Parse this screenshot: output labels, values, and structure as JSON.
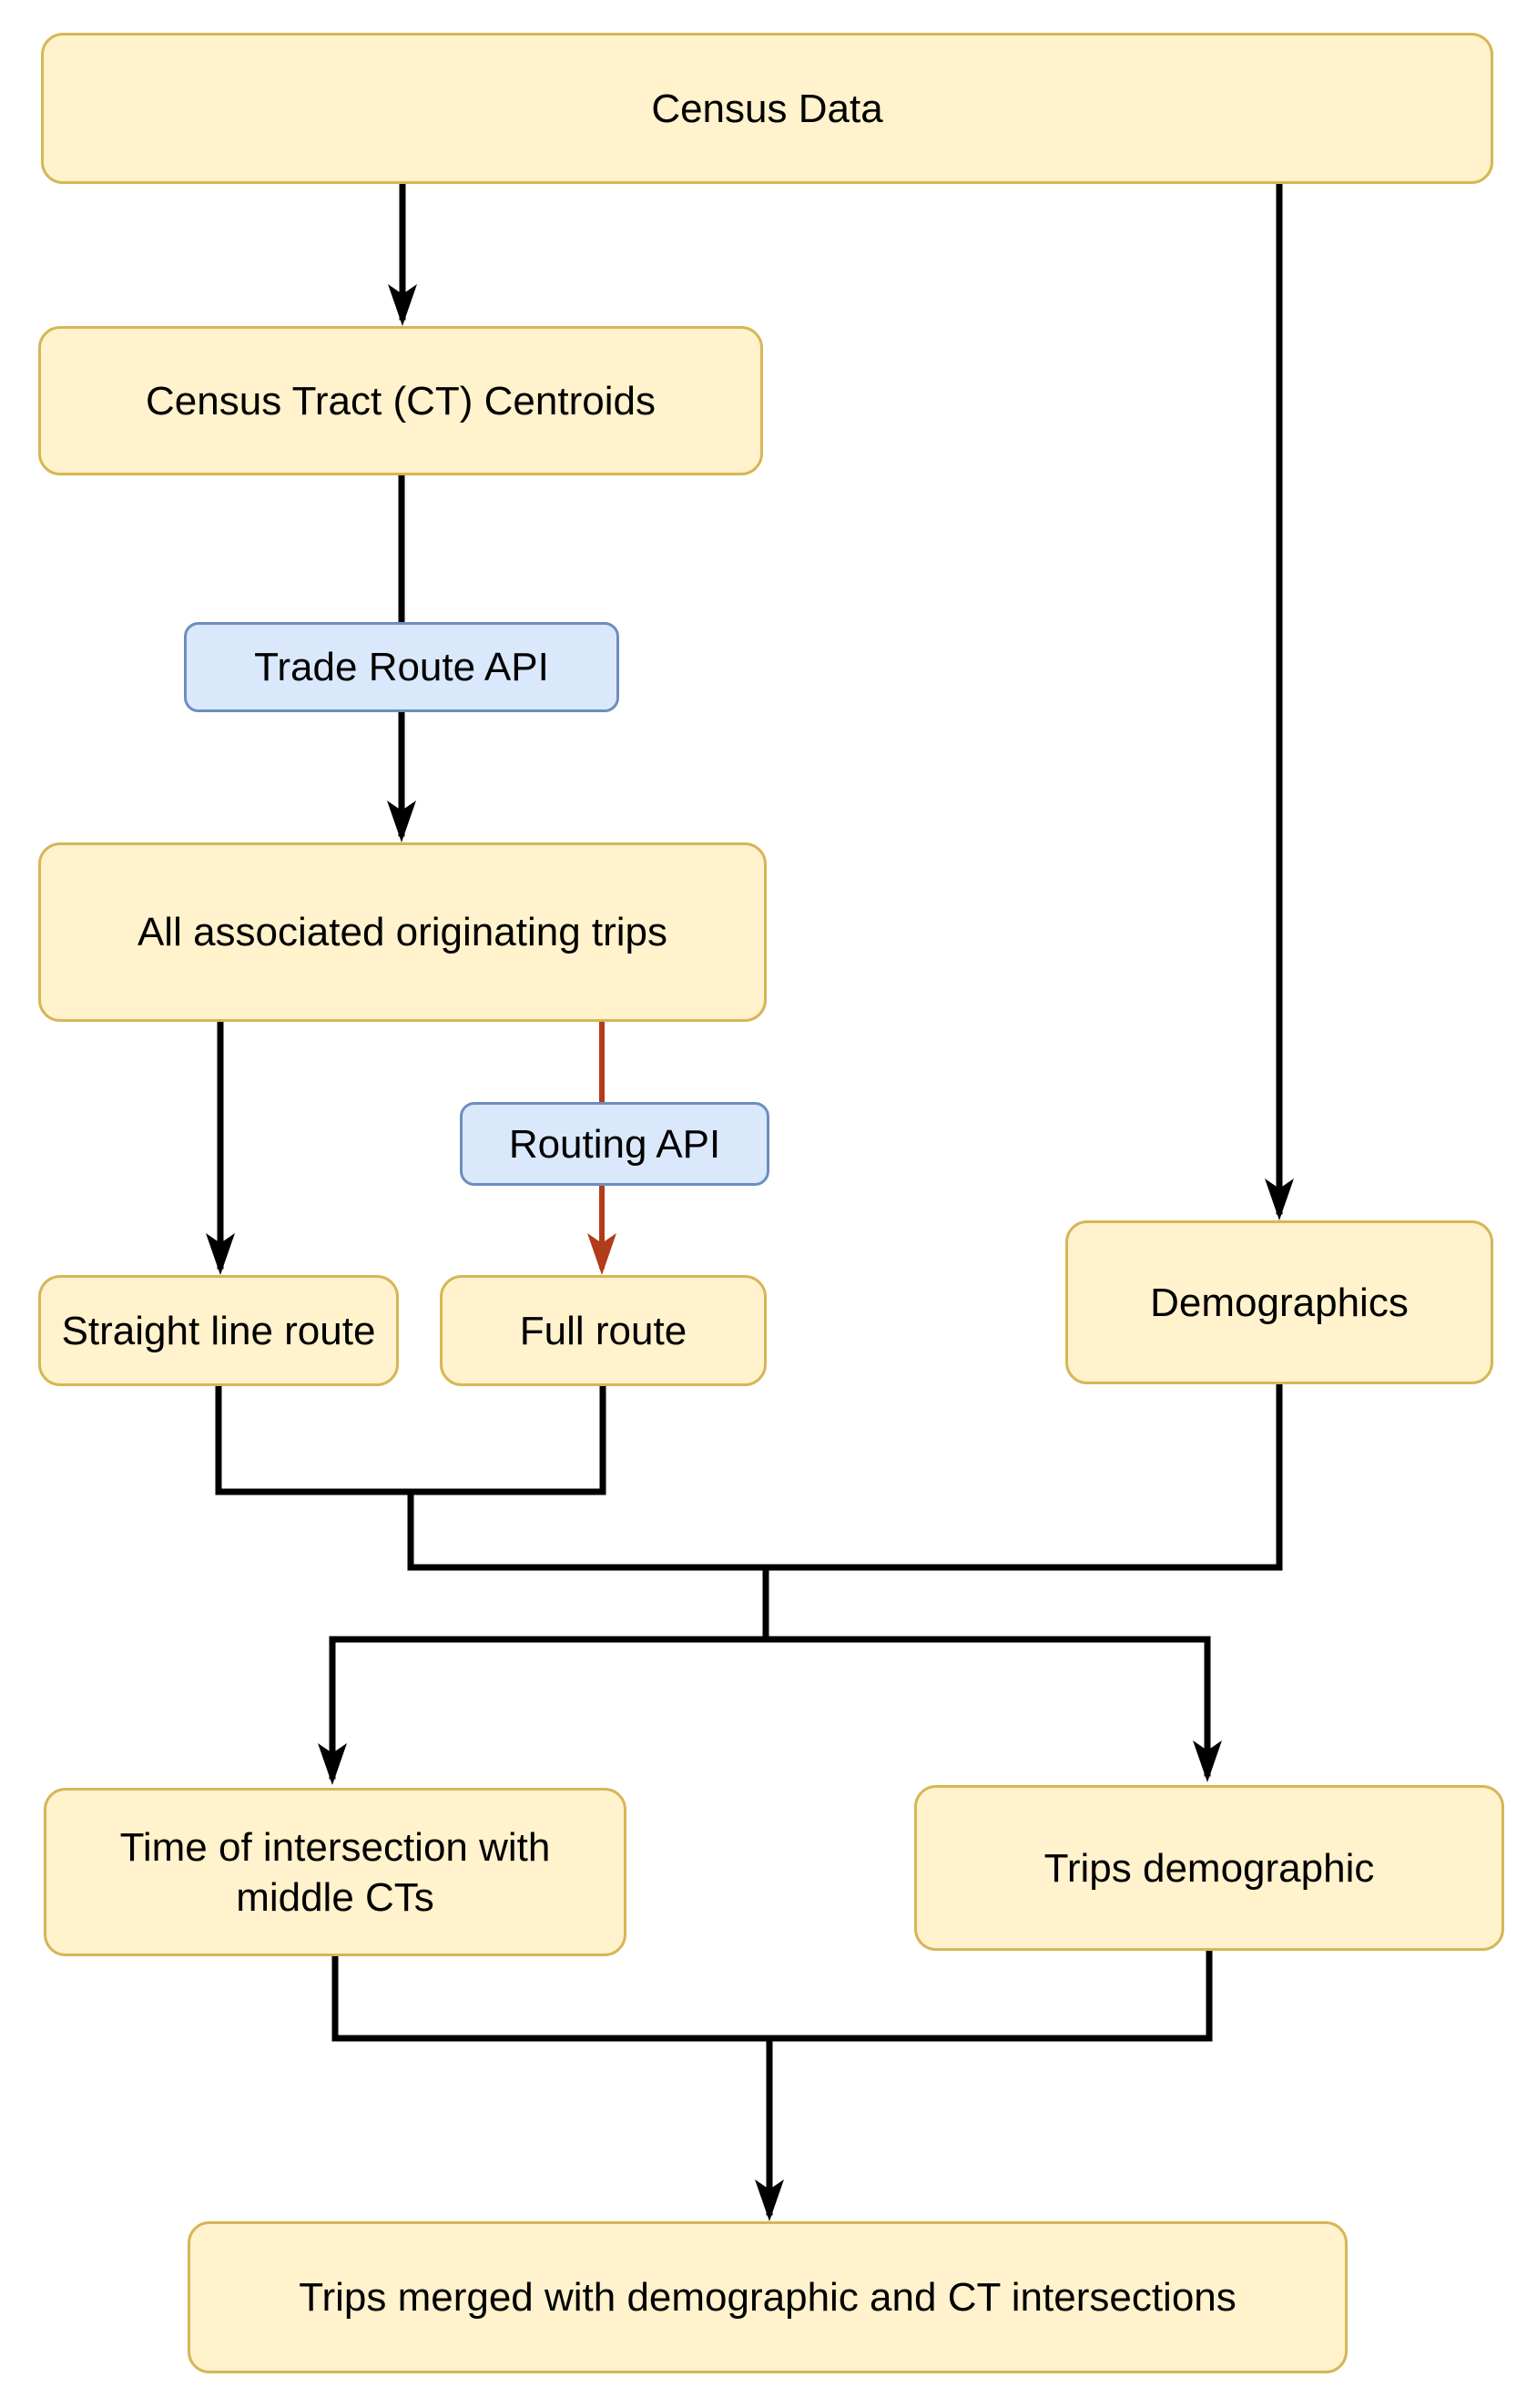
{
  "diagram": {
    "type": "flowchart",
    "background": "#FFFFFF",
    "colors": {
      "data_node_fill": "#FFF2CC",
      "data_node_border": "#D6B656",
      "api_node_fill": "#DAE8FC",
      "api_node_border": "#6C8EBF",
      "edge_color": "#000000",
      "edge_accent_color": "#B23B1A",
      "text_color": "#000000"
    },
    "nodes": [
      {
        "id": "census-data",
        "label": "Census Data",
        "type": "data"
      },
      {
        "id": "ct-centroids",
        "label": "Census Tract (CT) Centroids",
        "type": "data"
      },
      {
        "id": "trade-route-api",
        "label": "Trade Route API",
        "type": "api"
      },
      {
        "id": "all-trips",
        "label": "All associated originating trips",
        "type": "data"
      },
      {
        "id": "routing-api",
        "label": "Routing API",
        "type": "api"
      },
      {
        "id": "straight-route",
        "label": "Straight line route",
        "type": "data"
      },
      {
        "id": "full-route",
        "label": "Full route",
        "type": "data"
      },
      {
        "id": "demographics",
        "label": "Demographics",
        "type": "data"
      },
      {
        "id": "time-intersection",
        "label": "Time of intersection with middle CTs",
        "type": "data"
      },
      {
        "id": "trips-demographic",
        "label": "Trips demographic",
        "type": "data"
      },
      {
        "id": "trips-merged",
        "label": "Trips merged with demographic and CT intersections",
        "type": "data"
      }
    ],
    "edges": [
      {
        "from": "census-data",
        "to": "ct-centroids",
        "style": "arrow-black"
      },
      {
        "from": "census-data",
        "to": "demographics",
        "style": "arrow-black"
      },
      {
        "from": "ct-centroids",
        "to": "all-trips",
        "via": "trade-route-api",
        "style": "arrow-black"
      },
      {
        "from": "all-trips",
        "to": "straight-route",
        "style": "arrow-black"
      },
      {
        "from": "all-trips",
        "to": "full-route",
        "via": "routing-api",
        "style": "arrow-red"
      },
      {
        "from": "straight-route + full-route + demographics",
        "to": "time-intersection",
        "style": "arrow-black"
      },
      {
        "from": "straight-route + full-route + demographics",
        "to": "trips-demographic",
        "style": "arrow-black"
      },
      {
        "from": "time-intersection + trips-demographic",
        "to": "trips-merged",
        "style": "arrow-black"
      }
    ]
  }
}
